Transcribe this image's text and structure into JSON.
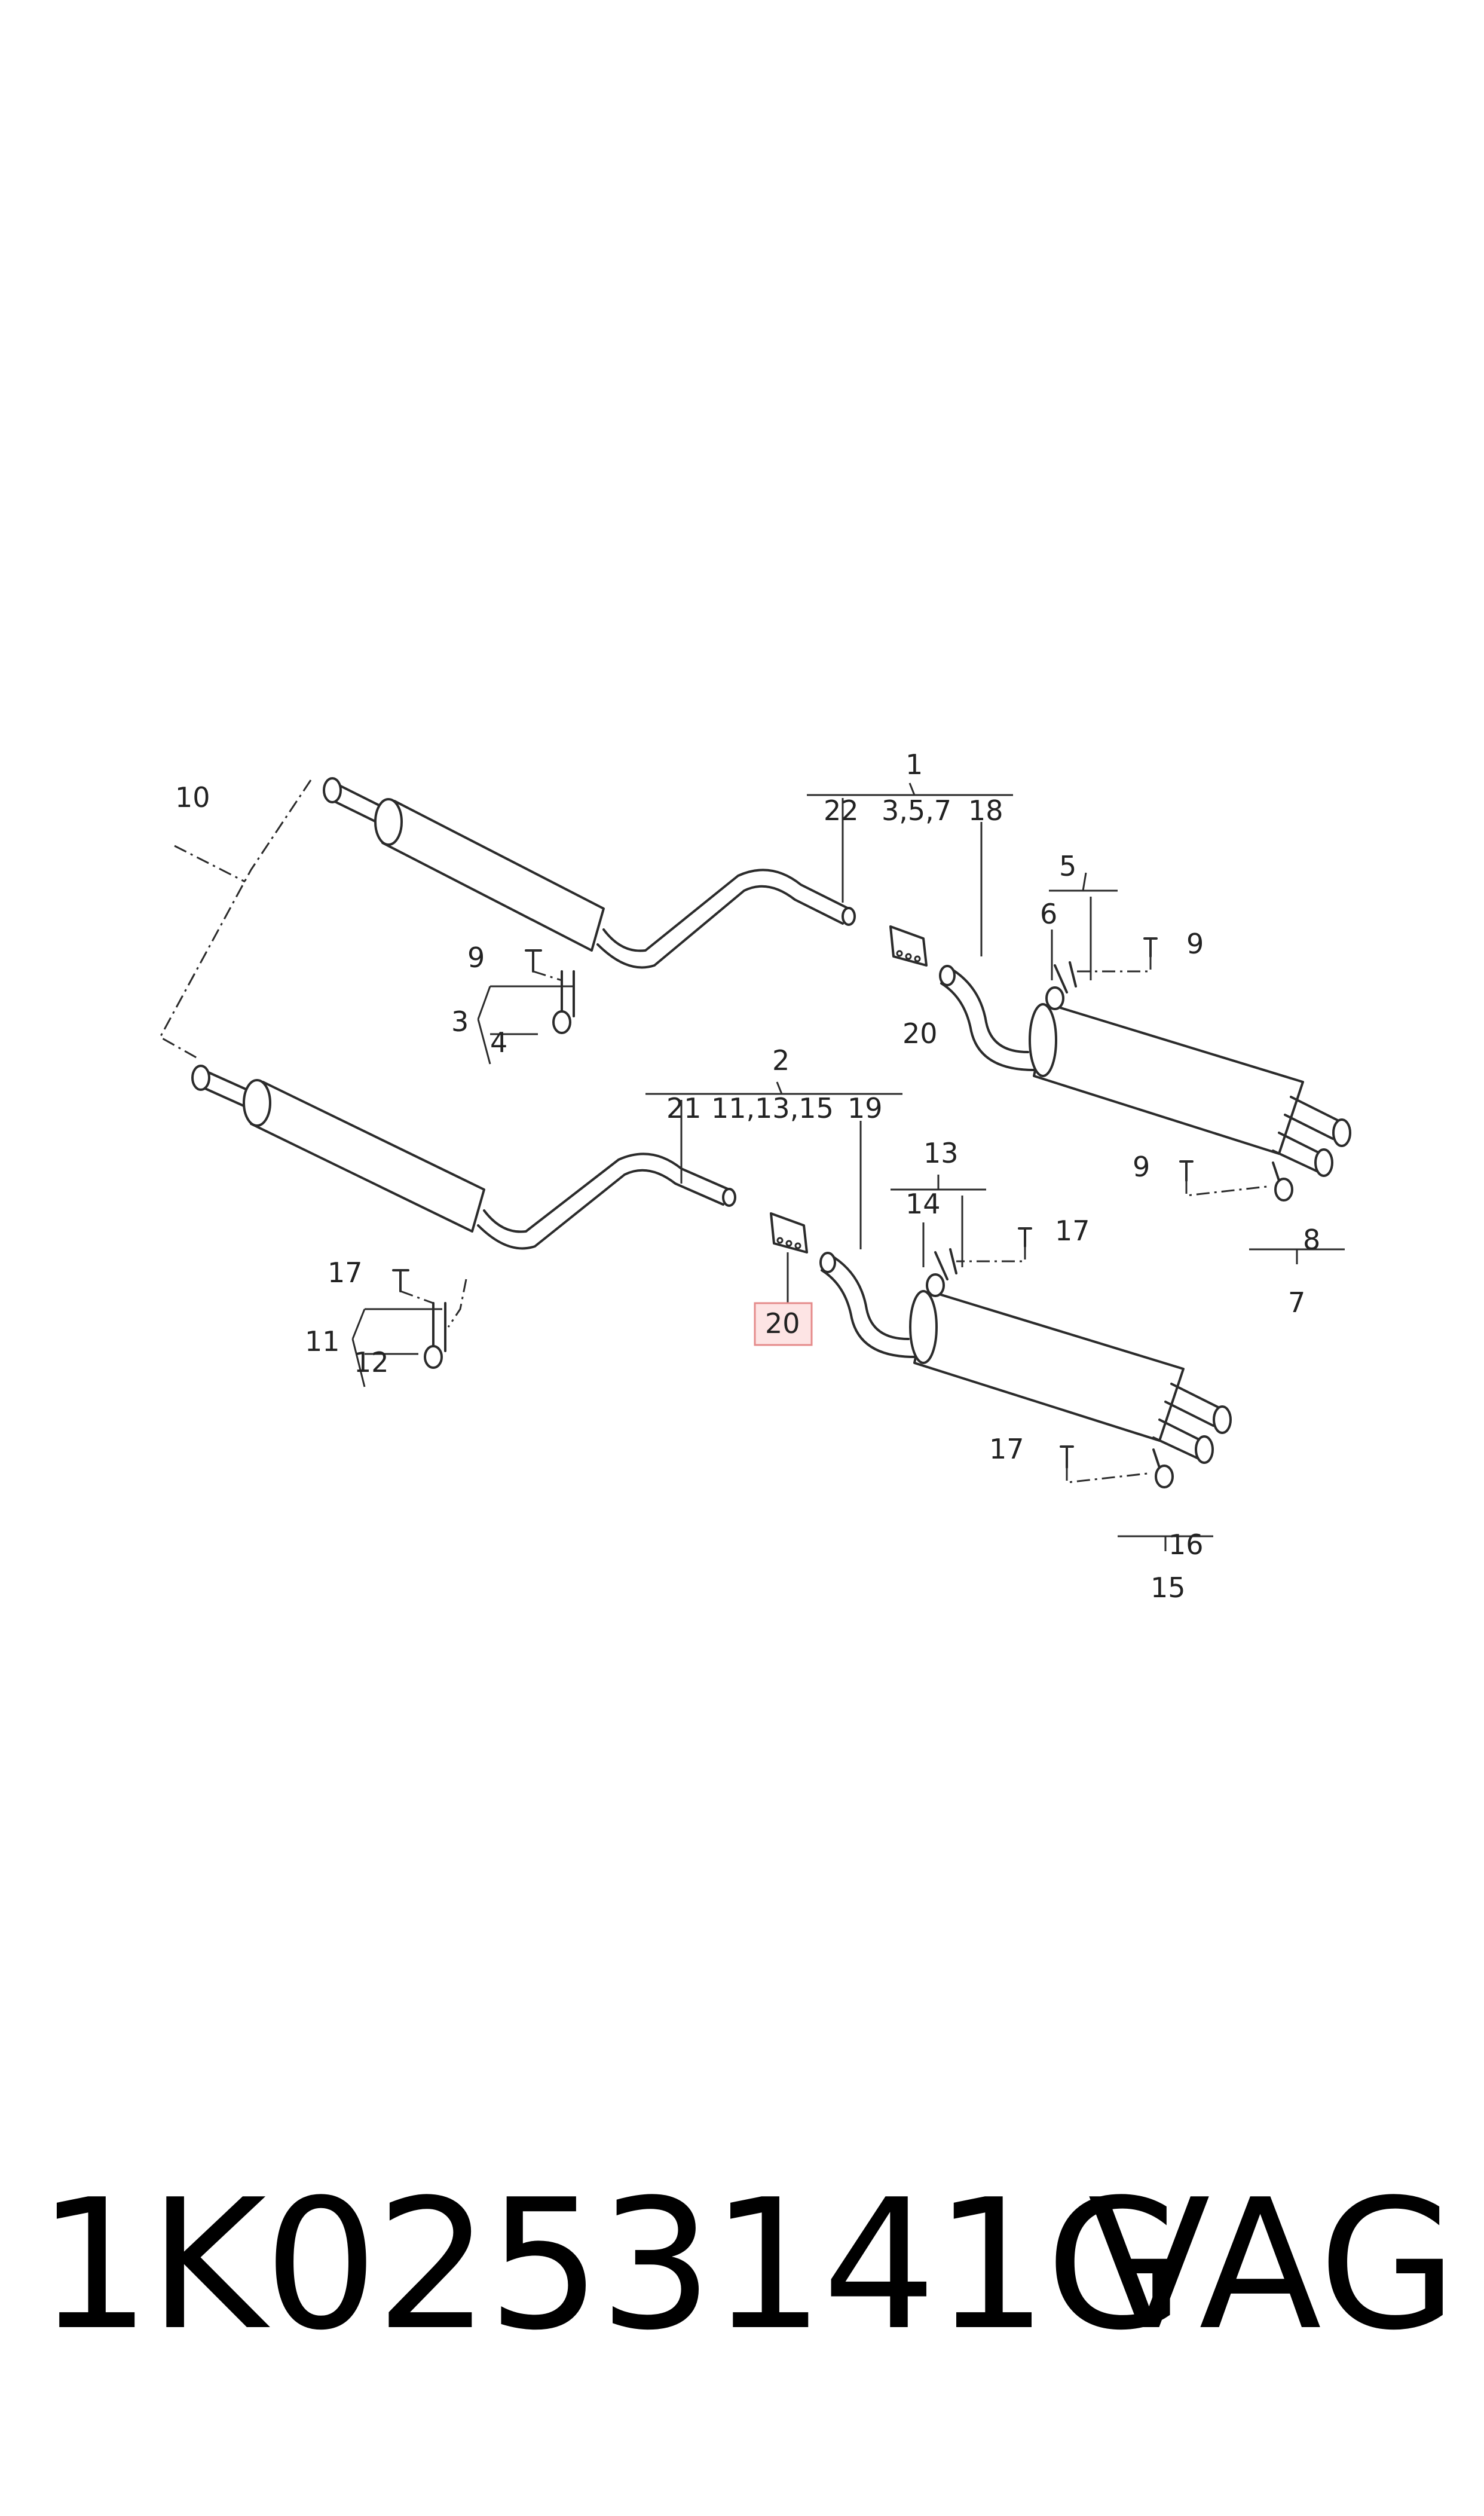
{
  "diagram": {
    "callouts": {
      "c1": "1",
      "c2": "2",
      "c3": "3",
      "c4": "4",
      "c5": "5",
      "c6": "6",
      "c7": "7",
      "c8": "8",
      "c9a": "9",
      "c9b": "9",
      "c9c": "9",
      "c10": "10",
      "c11": "11",
      "c12": "12",
      "c13": "13",
      "c14": "14",
      "c15": "15",
      "c16": "16",
      "c17a": "17",
      "c17b": "17",
      "c17c": "17",
      "c18": "18",
      "c19": "19",
      "c20a": "20",
      "c20b": "20",
      "c21": "21",
      "c22": "22",
      "g1": "3,5,7",
      "g2": "11,13,15"
    },
    "highlight_color": "#e58b8b"
  },
  "footer": {
    "part_number": "1K0253141G",
    "brand": "VAG"
  }
}
